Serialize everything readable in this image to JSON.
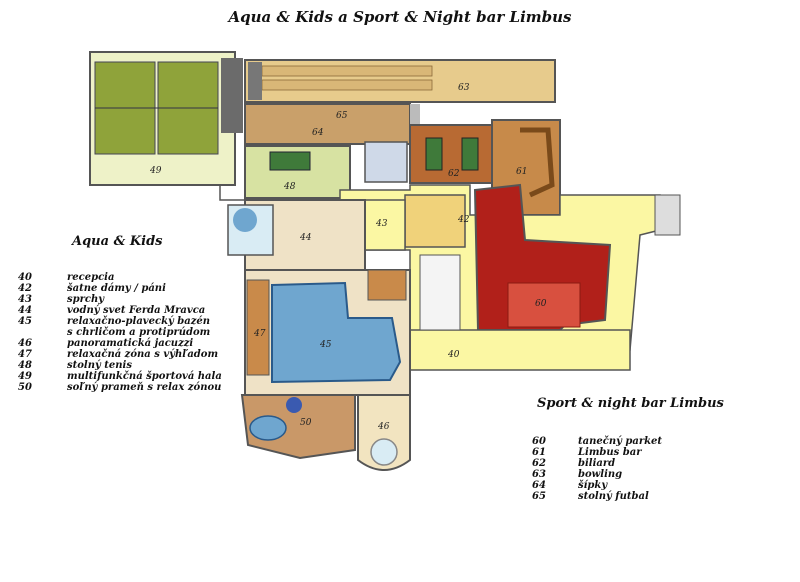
{
  "title": "Aqua & Kids a Sport & Night bar Limbus",
  "aqua_heading": "Aqua & Kids",
  "aqua_legend": [
    {
      "num": "40",
      "label": "recepcia"
    },
    {
      "num": "42",
      "label": "šatne dámy / páni"
    },
    {
      "num": "43",
      "label": "sprchy"
    },
    {
      "num": "44",
      "label": "vodný svet Ferda Mravca"
    },
    {
      "num": "45",
      "label": "relaxačno-plavecký bazén"
    },
    {
      "num": "",
      "label": "s chrličom a protiprúdom"
    },
    {
      "num": "46",
      "label": "panoramatická jacuzzi"
    },
    {
      "num": "47",
      "label": "relaxačná zóna s výhľadom"
    },
    {
      "num": "48",
      "label": "stolný tenis"
    },
    {
      "num": "49",
      "label": "multifunkčná športová hala"
    },
    {
      "num": "50",
      "label": "soľný prameň s relax zónou"
    }
  ],
  "sport_heading": "Sport & night bar Limbus",
  "sport_legend": [
    {
      "num": "60",
      "label": "tanečný parket"
    },
    {
      "num": "61",
      "label": "Limbus bar"
    },
    {
      "num": "62",
      "label": "biliard"
    },
    {
      "num": "63",
      "label": "bowling"
    },
    {
      "num": "64",
      "label": "šípky"
    },
    {
      "num": "65",
      "label": "stolný futbal"
    }
  ],
  "map_labels": {
    "r40": "40",
    "r42": "42",
    "r43": "43",
    "r44": "44",
    "r45": "45",
    "r46": "46",
    "r47": "47",
    "r48": "48",
    "r49": "49",
    "r50": "50",
    "r60": "60",
    "r61": "61",
    "r62": "62",
    "r63": "63",
    "r64": "64",
    "r65": "65"
  },
  "colors": {
    "corridor": "#fbf7a3",
    "hall": "#8fa33a",
    "pool": "#6fa6cf",
    "floor_tile": "#efe2c6",
    "dance": "#d8503f",
    "bar": "#c78a4a",
    "billiard": "#b86a33",
    "bowling": "#e6c98a",
    "wall": "#555555"
  }
}
